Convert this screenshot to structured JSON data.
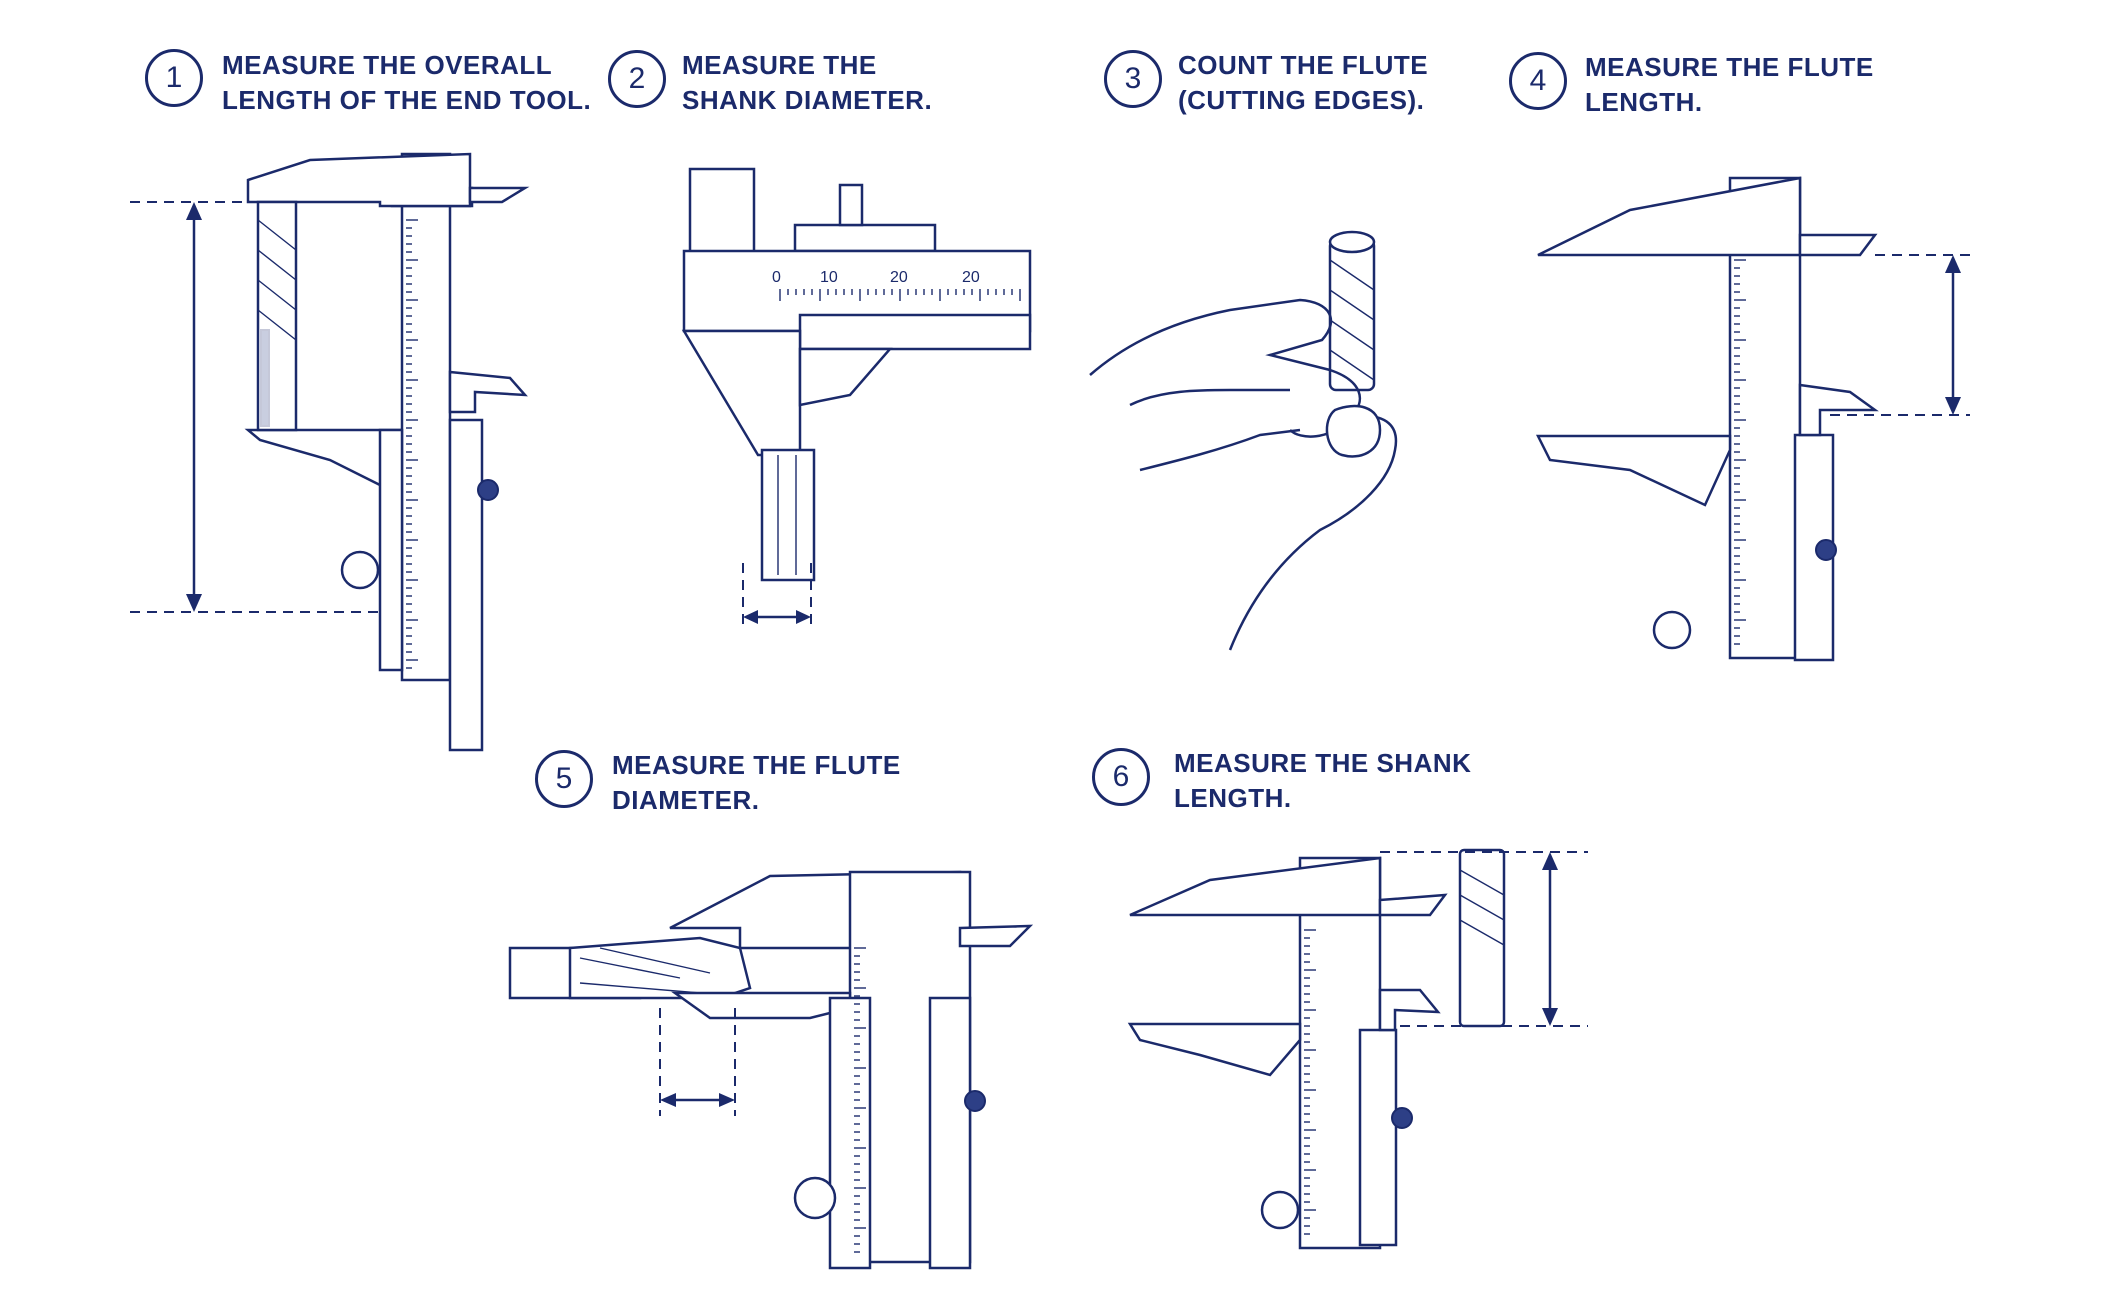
{
  "steps": [
    {
      "number": "1",
      "line1": "MEASURE THE OVERALL",
      "line2": "LENGTH OF THE END TOOL."
    },
    {
      "number": "2",
      "line1": "MEASURE THE",
      "line2": "SHANK DIAMETER."
    },
    {
      "number": "3",
      "line1": "COUNT THE FLUTE",
      "line2": "(CUTTING EDGES)."
    },
    {
      "number": "4",
      "line1": "MEASURE THE FLUTE",
      "line2": "LENGTH."
    },
    {
      "number": "5",
      "line1": "MEASURE THE FLUTE",
      "line2": "DIAMETER."
    },
    {
      "number": "6",
      "line1": "MEASURE THE SHANK",
      "line2": "LENGTH."
    }
  ],
  "scale_labels": {
    "step2": [
      "0",
      "10",
      "20",
      "20"
    ]
  },
  "colors": {
    "ink": "#1b2a6b",
    "background": "#ffffff"
  },
  "icons": [
    "caliper-icon",
    "end-mill-icon",
    "hand-icon",
    "dimension-arrow-icon"
  ]
}
